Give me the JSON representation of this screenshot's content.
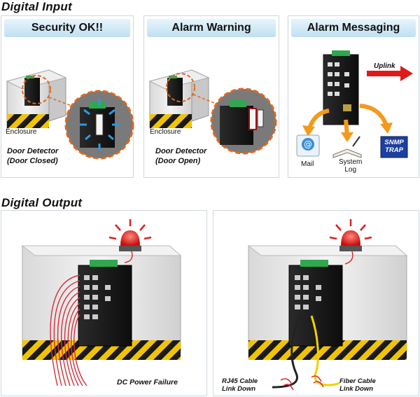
{
  "digital_input": {
    "title": "Digital Input",
    "panels": [
      {
        "heading": "Security OK!!",
        "enclosure_label": "Enclosure",
        "caption_line1": "Door Detector",
        "caption_line2": "(Door Closed)"
      },
      {
        "heading": "Alarm Warning",
        "enclosure_label": "Enclosure",
        "caption_line1": "Door Detector",
        "caption_line2": "(Door Open)"
      },
      {
        "heading": "Alarm Messaging",
        "uplink_label": "Uplink",
        "mail_label": "Mail",
        "syslog_line1": "System",
        "syslog_line2": "Log",
        "snmp_line1": "SNMP",
        "snmp_line2": "TRAP"
      }
    ]
  },
  "digital_output": {
    "title": "Digital Output",
    "panels": [
      {
        "caption": "DC Power Failure"
      },
      {
        "rj45_line1": "RJ45 Cable",
        "rj45_line2": "Link Down",
        "fiber_line1": "Fiber Cable",
        "fiber_line2": "Link Down"
      }
    ]
  },
  "colors": {
    "panel_header": "#bfe0f2",
    "alarm_red": "#e02020",
    "arrow_orange": "#f39a1c",
    "uplink_red": "#e01a1a",
    "switch_green": "#2fa84f",
    "hazard_yellow": "#f2c400",
    "snmp_blue": "#1d3f9e"
  }
}
